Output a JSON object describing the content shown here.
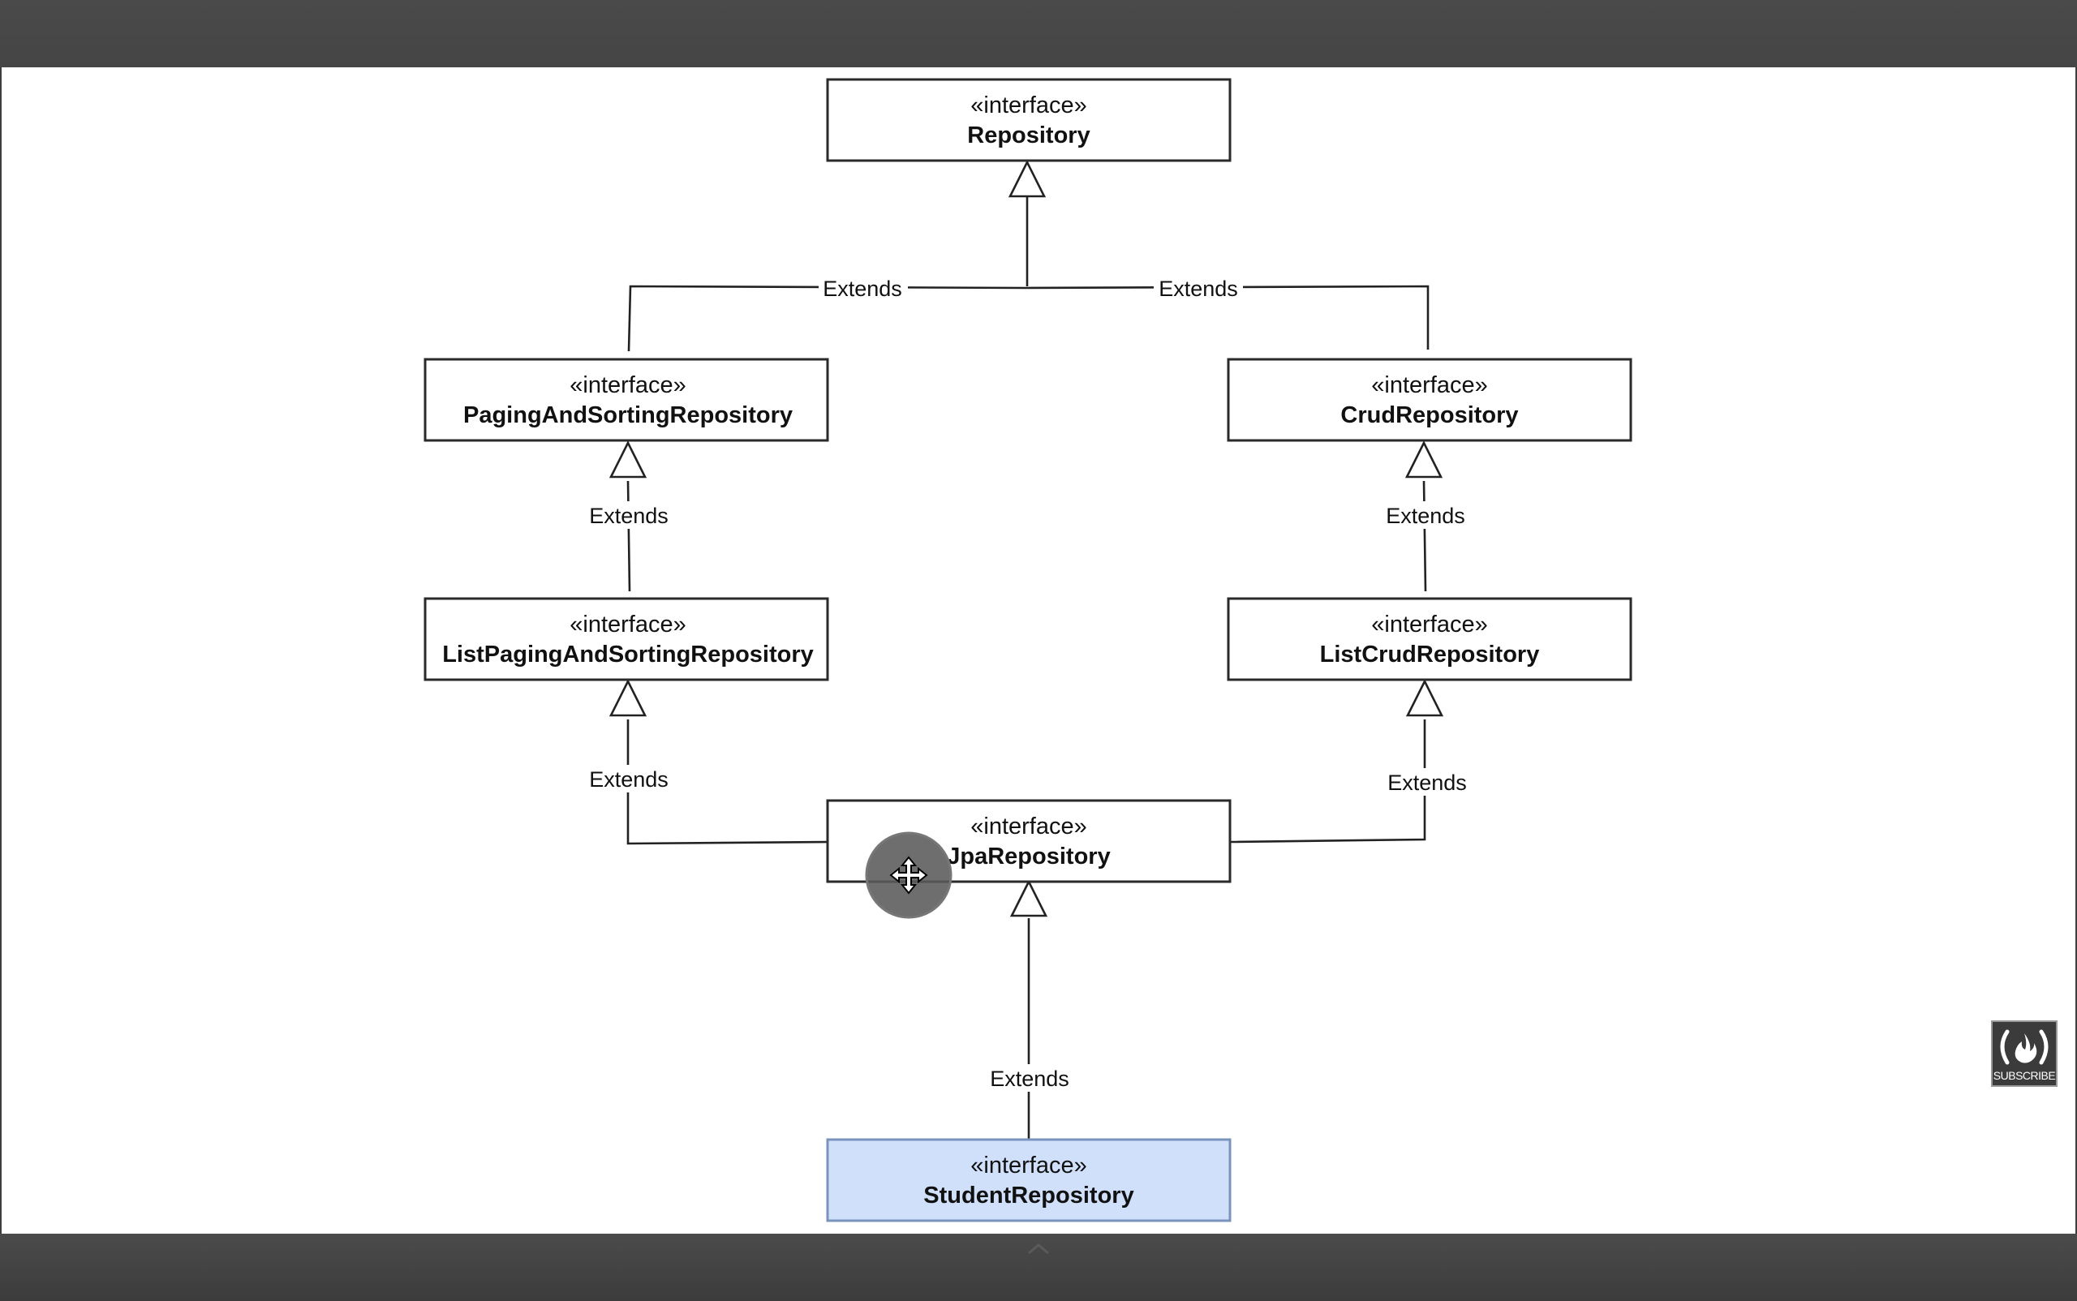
{
  "diagram": {
    "nodes": {
      "repository": {
        "stereotype": "«interface»",
        "name": "Repository"
      },
      "paging_sorting": {
        "stereotype": "«interface»",
        "name": "PagingAndSortingRepository"
      },
      "crud": {
        "stereotype": "«interface»",
        "name": "CrudRepository"
      },
      "list_paging": {
        "stereotype": "«interface»",
        "name": "ListPagingAndSortingRepository"
      },
      "list_crud": {
        "stereotype": "«interface»",
        "name": "ListCrudRepository"
      },
      "jpa": {
        "stereotype": "«interface»",
        "name": "JpaRepository"
      },
      "student": {
        "stereotype": "«interface»",
        "name": "StudentRepository"
      }
    },
    "edges": [
      {
        "from": "paging_sorting",
        "to": "repository",
        "label": "Extends"
      },
      {
        "from": "crud",
        "to": "repository",
        "label": "Extends"
      },
      {
        "from": "list_paging",
        "to": "paging_sorting",
        "label": "Extends"
      },
      {
        "from": "list_crud",
        "to": "crud",
        "label": "Extends"
      },
      {
        "from": "jpa",
        "to": "list_paging",
        "label": "Extends"
      },
      {
        "from": "jpa",
        "to": "list_crud",
        "label": "Extends"
      },
      {
        "from": "student",
        "to": "jpa",
        "label": "Extends"
      }
    ],
    "highlight_color": "#d0e0fb"
  },
  "overlay": {
    "cursor_icon": "move-cursor-icon",
    "badge_icon": "freecodecamp-flame-icon",
    "badge_text": "SUBSCRIBE"
  }
}
